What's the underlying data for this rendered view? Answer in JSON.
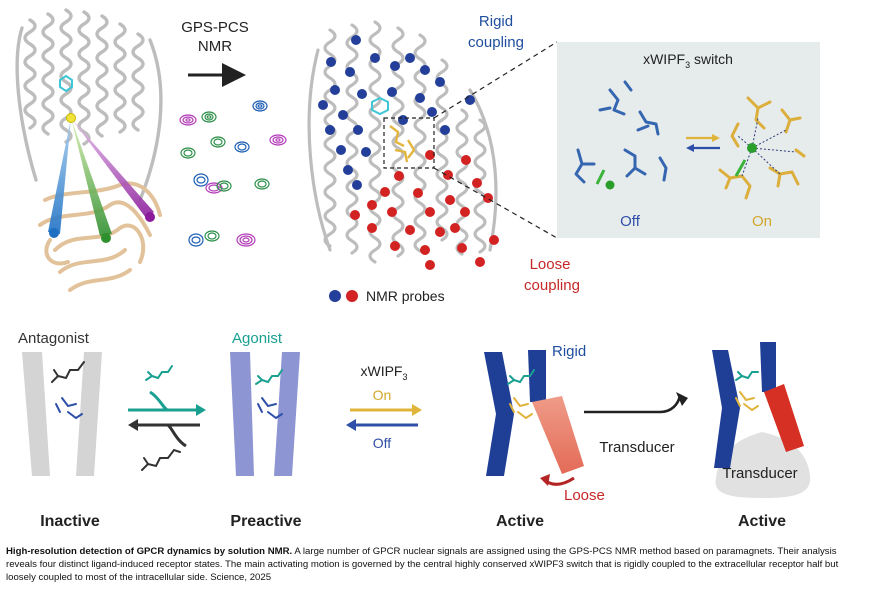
{
  "top": {
    "method": {
      "line1": "GPS-PCS",
      "line2": "NMR"
    },
    "rigid_coupling": {
      "line1": "Rigid",
      "line2": "coupling"
    },
    "loose_coupling": {
      "line1": "Loose",
      "line2": "coupling"
    },
    "nmr_probes": "NMR probes",
    "switch_panel": {
      "title": "xWIPF",
      "title_sub": "3",
      "title_rest": " switch",
      "off": "Off",
      "on": "On"
    }
  },
  "bottom": {
    "antagonist": "Antagonist",
    "agonist": "Agonist",
    "xwipf": {
      "text": "xWIPF",
      "sub": "3",
      "on": "On",
      "off": "Off"
    },
    "rigid": "Rigid",
    "loose": "Loose",
    "transducer_arrow": "Transducer",
    "transducer_blob": "Transducer",
    "states": [
      "Inactive",
      "Preactive",
      "Active",
      "Active"
    ]
  },
  "caption": {
    "title": "High-resolution detection of GPCR dynamics by solution NMR.",
    "text": " A large number of GPCR nuclear signals are assigned using the GPS-PCS NMR method based on paramagnets. Their analysis reveals four distinct ligand-induced receptor states. The main activating motion is governed by the central highly conserved xWIPF3 switch that is rigidly coupled to the extracellular receptor half but loosely coupled to most of the intracellular side. Science, 2025"
  },
  "colors": {
    "blue": "#1f4e9e",
    "red": "#c62828",
    "teal": "#1aa090",
    "gold": "#e0b43a",
    "grey_helix": "#d4d4d4",
    "lavender": "#8d95d3",
    "salmon": "#e8806c",
    "tan": "#e2c29a",
    "panel": "#e6ebec"
  }
}
